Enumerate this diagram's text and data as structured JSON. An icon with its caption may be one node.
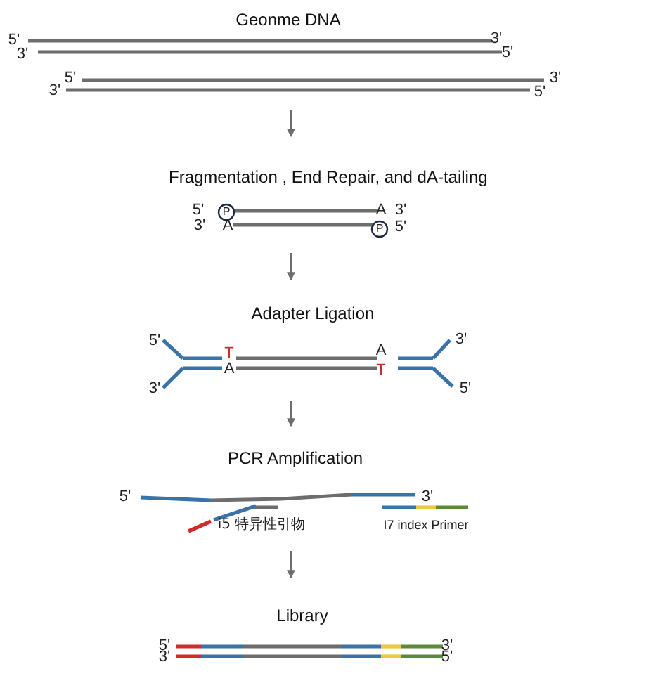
{
  "diagram": {
    "nodes": [
      {
        "text": [
          "Geonme DNA"
        ]
      },
      {
        "text": [
          "Fragmentation , End Repair, and dA-tailing"
        ]
      },
      {
        "text": [
          "Adapter Ligation"
        ]
      },
      {
        "text": [
          "PCR Amplification"
        ]
      },
      {
        "text": [
          "Library"
        ]
      }
    ],
    "edges": [
      {
        "from": 0,
        "to": 1,
        "arrow": "to"
      },
      {
        "from": 1,
        "to": 2,
        "arrow": "to"
      },
      {
        "from": 2,
        "to": 3,
        "arrow": "to"
      },
      {
        "from": 3,
        "to": 4,
        "arrow": "to"
      }
    ],
    "labels": [
      "5'",
      "3'",
      "3'",
      "5'",
      "5'",
      "3'",
      "3'",
      "5'",
      "5'",
      "P",
      "A",
      "3'",
      "3'",
      "A",
      "P",
      "5'",
      "5'",
      "T",
      "A",
      "3'",
      "A",
      "T",
      "3'",
      "5'",
      "5'",
      "3'",
      "i5 特异性引物",
      "I7 index Primer",
      "5'",
      "3'",
      "3'",
      "5'"
    ]
  }
}
